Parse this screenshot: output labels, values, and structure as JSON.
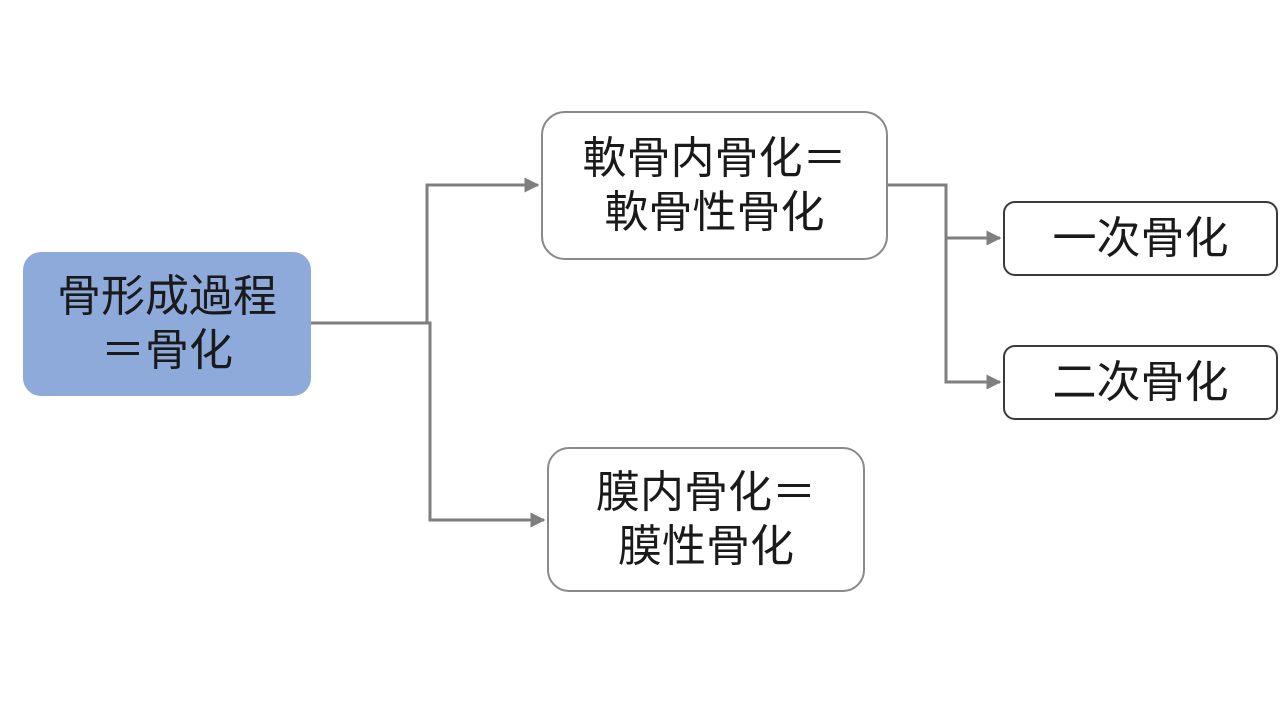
{
  "root": {
    "line1": "骨形成過程",
    "line2": "＝骨化"
  },
  "endochondral": {
    "line1": "軟骨内骨化＝",
    "line2": "軟骨性骨化"
  },
  "intramembranous": {
    "line1": "膜内骨化＝",
    "line2": "膜性骨化"
  },
  "primary": {
    "label": "一次骨化"
  },
  "secondary": {
    "label": "二次骨化"
  },
  "colors": {
    "root_fill": "#8eaadb",
    "connector": "#7f7f7f",
    "box_border_light": "#8a8a8a",
    "box_border_dark": "#3a3a3a"
  }
}
